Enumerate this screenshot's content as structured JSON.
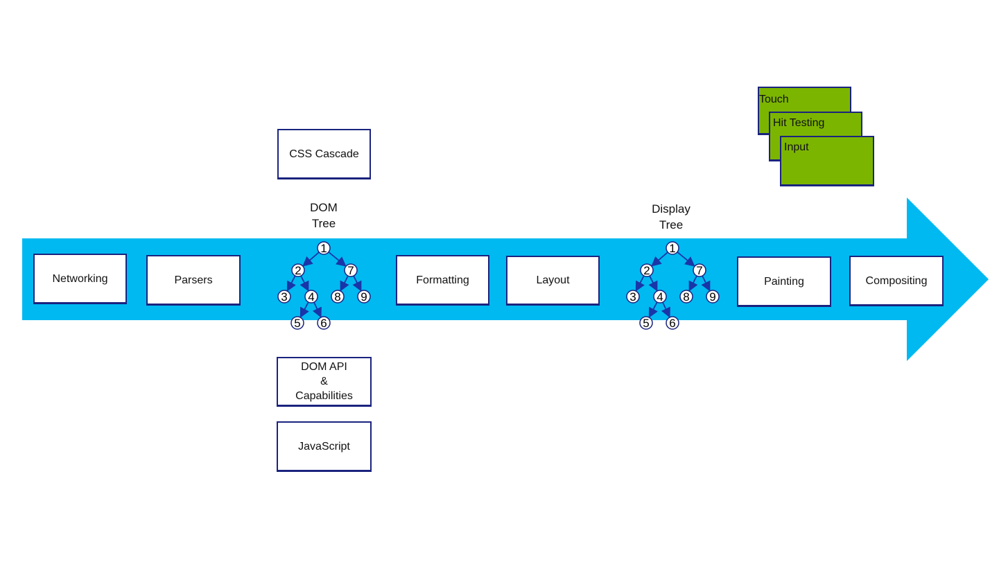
{
  "colors": {
    "arrow": "#00b9f1",
    "box_border": "#1a237e",
    "green_card": "#7cb500",
    "tree_edge": "#1a35a8"
  },
  "pipeline": [
    {
      "id": "networking",
      "label": "Networking"
    },
    {
      "id": "parsers",
      "label": "Parsers"
    },
    {
      "id": "formatting",
      "label": "Formatting"
    },
    {
      "id": "layout",
      "label": "Layout"
    },
    {
      "id": "painting",
      "label": "Painting"
    },
    {
      "id": "compositing",
      "label": "Compositing"
    }
  ],
  "css_cascade": "CSS Cascade",
  "dom_tree_label": [
    "DOM",
    "Tree"
  ],
  "display_tree_label": [
    "Display",
    "Tree"
  ],
  "dom_api": [
    "DOM API",
    "&",
    "Capabilities"
  ],
  "javascript": "JavaScript",
  "input_stack": [
    "Touch",
    "Hit Testing",
    "Input"
  ],
  "tree_nodes": [
    "1",
    "2",
    "3",
    "4",
    "5",
    "6",
    "7",
    "8",
    "9"
  ],
  "tree_edges": [
    [
      "1",
      "2"
    ],
    [
      "1",
      "7"
    ],
    [
      "2",
      "3"
    ],
    [
      "2",
      "4"
    ],
    [
      "4",
      "5"
    ],
    [
      "4",
      "6"
    ],
    [
      "7",
      "8"
    ],
    [
      "7",
      "9"
    ]
  ]
}
